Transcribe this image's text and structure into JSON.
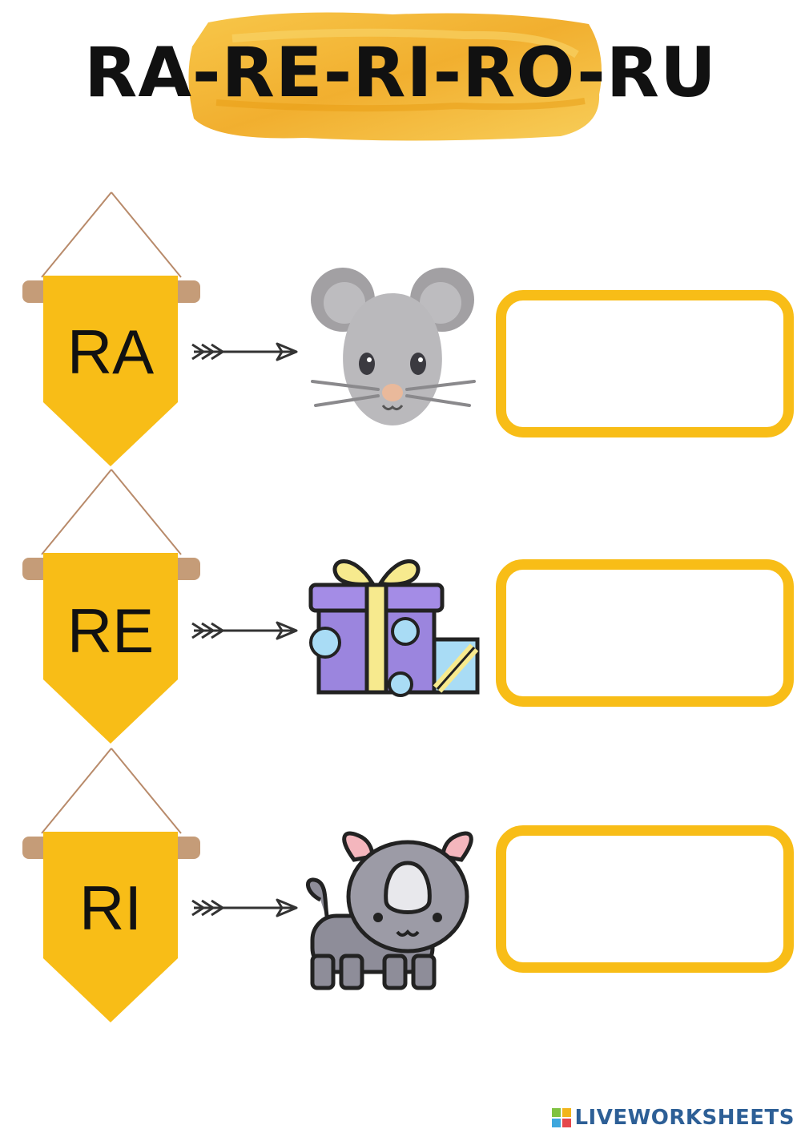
{
  "title": "RA-RE-RI-RO-RU",
  "rows": [
    {
      "syllable": "RA",
      "picture": "mouse-icon"
    },
    {
      "syllable": "RE",
      "picture": "gift-icon"
    },
    {
      "syllable": "RI",
      "picture": "rhino-icon"
    }
  ],
  "footer": {
    "brand": "LIVEWORKSHEETS"
  },
  "colors": {
    "banner": "#f8bd17",
    "box_border": "#f8bd17",
    "title_highlight": "#f5b52a",
    "brand": "#2d5f96"
  }
}
